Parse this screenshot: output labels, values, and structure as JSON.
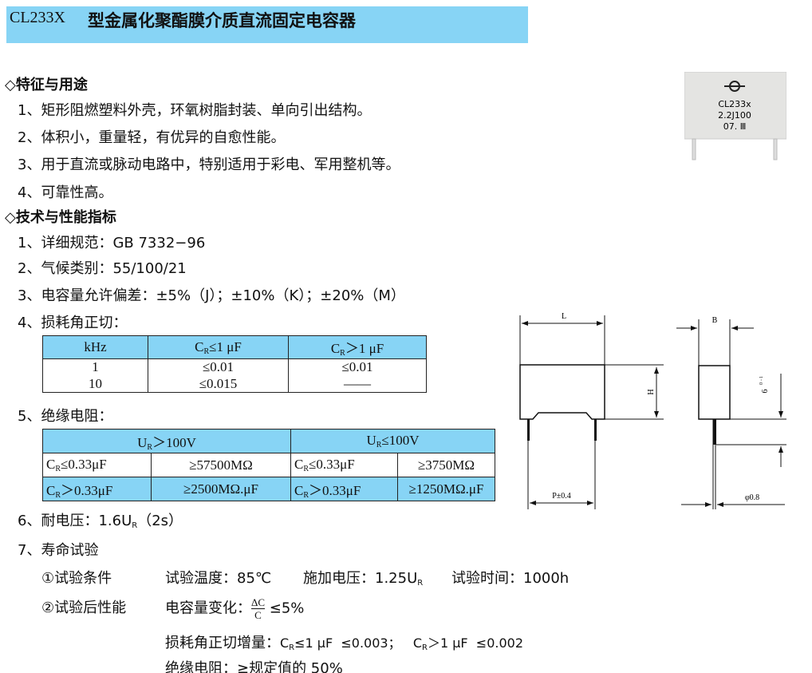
{
  "title": {
    "code": "CL233X",
    "name": "型金属化聚酯膜介质直流固定电容器"
  },
  "features": {
    "heading": "◇特征与用途",
    "items": [
      "1、矩形阻燃塑料外壳，环氧树脂封装、单向引出结构。",
      "2、体积小，重量轻，有优异的自愈性能。",
      "3、用于直流或脉动电路中，特别适用于彩电、军用整机等。",
      "4、可靠性高。"
    ]
  },
  "specs": {
    "heading": "◇技术与性能指标",
    "item1": "1、详细规范：GB 7332−96",
    "item2": "2、气候类别：55/100/21",
    "item3": "3、电容量允许偏差：±5%（J）；±10%（K）；±20%（M）",
    "item4": "4、损耗角正切：",
    "item5": "5、绝缘电阻：",
    "item6_prefix": "6、耐电压：1.6U",
    "item6_sub": "R",
    "item6_suffix": "（2s）",
    "item7": "7、寿命试验"
  },
  "tan_table": {
    "headers": {
      "c0": "kHz",
      "c1_pre": "C",
      "c1_sub": "R",
      "c1_post": "≤1 μF",
      "c2_pre": "C",
      "c2_sub": "R",
      "c2_post": "＞1 μF"
    },
    "rows": [
      {
        "khz": "1",
        "le1": "≤0.01",
        "gt1": "≤0.01"
      },
      {
        "khz": "10",
        "le1": "≤0.015",
        "gt1": "——"
      }
    ]
  },
  "ir_table": {
    "headers": {
      "a_pre": "U",
      "a_sub": "R",
      "a_post": "＞100V",
      "b_pre": "U",
      "b_sub": "R",
      "b_post": "≤100V"
    },
    "sub": "R",
    "cap_pre": "C",
    "rows": [
      {
        "c1": "≤0.33μF",
        "v1": "≥57500MΩ",
        "c2": "≤0.33μF",
        "v2": "≥3750MΩ"
      },
      {
        "c1": "＞0.33μF",
        "v1": "≥2500MΩ.μF",
        "c2": "＞0.33μF",
        "v2": "≥1250MΩ.μF"
      }
    ]
  },
  "life_test": {
    "cond_label": "①试验条件",
    "temp": "试验温度：85℃",
    "volt_pre": "施加电压：1.25U",
    "volt_sub": "R",
    "time": "试验时间：1000h",
    "perf_label": "②试验后性能",
    "cap_change": "电容量变化：",
    "frac_num": "ΔC",
    "frac_den": "C",
    "cap_limit": "≤5%",
    "tan_inc": "损耗角正切增量：",
    "tan_a_pre": "C",
    "tan_a_sub": "R",
    "tan_a_post": "≤1 μF  ≤0.003；",
    "tan_b_pre": "C",
    "tan_b_sub": "R",
    "tan_b_post": "＞1 μF  ≤0.002",
    "ir": "绝缘电阻：≥规定值的 50%"
  },
  "photo": {
    "line1": "CL233x",
    "line2": "2.2J100",
    "line3": "07. Ⅲ"
  },
  "diagram": {
    "L": "L",
    "H": "H",
    "P": "P±0.4",
    "B": "B",
    "lead": "6",
    "lead_tol": "0 −1",
    "phi": "φ0.8"
  }
}
